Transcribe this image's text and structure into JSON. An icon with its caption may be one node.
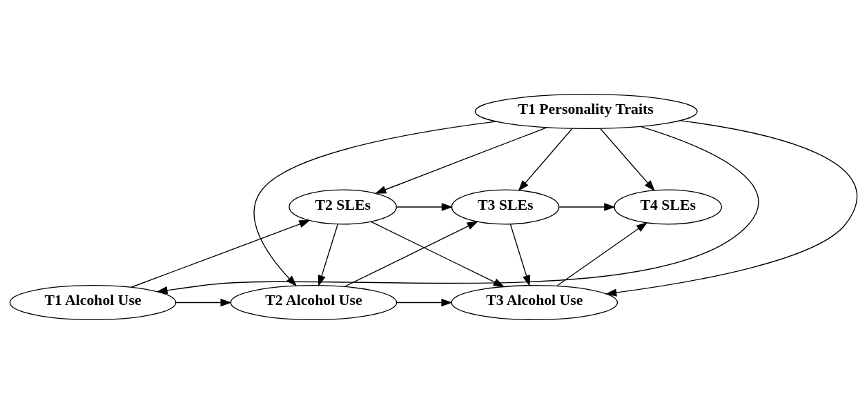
{
  "diagram": {
    "nodes": [
      {
        "text": [
          "T1 Personality Traits"
        ]
      },
      {
        "text": [
          "T2 SLEs"
        ]
      },
      {
        "text": [
          "T3 SLEs"
        ]
      },
      {
        "text": [
          "T4 SLEs"
        ]
      },
      {
        "text": [
          "T1 Alcohol Use"
        ]
      },
      {
        "text": [
          "T2 Alcohol Use"
        ]
      },
      {
        "text": [
          "T3 Alcohol Use"
        ]
      }
    ],
    "edges": [
      {
        "from": 0,
        "to": 4,
        "arrow": "to"
      },
      {
        "from": 0,
        "to": 5,
        "arrow": "to"
      },
      {
        "from": 0,
        "to": 6,
        "arrow": "to"
      },
      {
        "from": 0,
        "to": 1,
        "arrow": "to"
      },
      {
        "from": 0,
        "to": 2,
        "arrow": "to"
      },
      {
        "from": 0,
        "to": 3,
        "arrow": "to"
      },
      {
        "from": 4,
        "to": 1,
        "arrow": "to"
      },
      {
        "from": 4,
        "to": 5,
        "arrow": "to"
      },
      {
        "from": 1,
        "to": 2,
        "arrow": "to"
      },
      {
        "from": 1,
        "to": 5,
        "arrow": "to"
      },
      {
        "from": 1,
        "to": 6,
        "arrow": "to"
      },
      {
        "from": 5,
        "to": 2,
        "arrow": "to"
      },
      {
        "from": 5,
        "to": 6,
        "arrow": "to"
      },
      {
        "from": 2,
        "to": 3,
        "arrow": "to"
      },
      {
        "from": 2,
        "to": 6,
        "arrow": "to"
      },
      {
        "from": 6,
        "to": 3,
        "arrow": "to"
      }
    ]
  }
}
